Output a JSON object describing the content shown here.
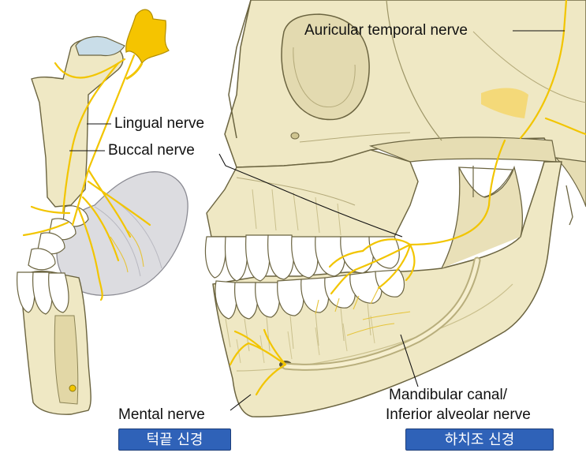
{
  "labels": {
    "auriculotemporal": "Auricular temporal nerve",
    "lingual": "Lingual nerve",
    "buccal": "Buccal nerve",
    "mandibular_canal_1": "Mandibular canal/",
    "mandibular_canal_2": "Inferior alveolar nerve",
    "mental": "Mental nerve"
  },
  "badges": {
    "mental_ko": "턱끝 신경",
    "inferior_alveolar_ko": "하치조 신경"
  },
  "colors": {
    "bone": "#efe8c4",
    "bone_shadow": "#d9cf9c",
    "nerve": "#f2c500",
    "tongue": "#d8d8dc",
    "badge": "#2f62b8"
  }
}
